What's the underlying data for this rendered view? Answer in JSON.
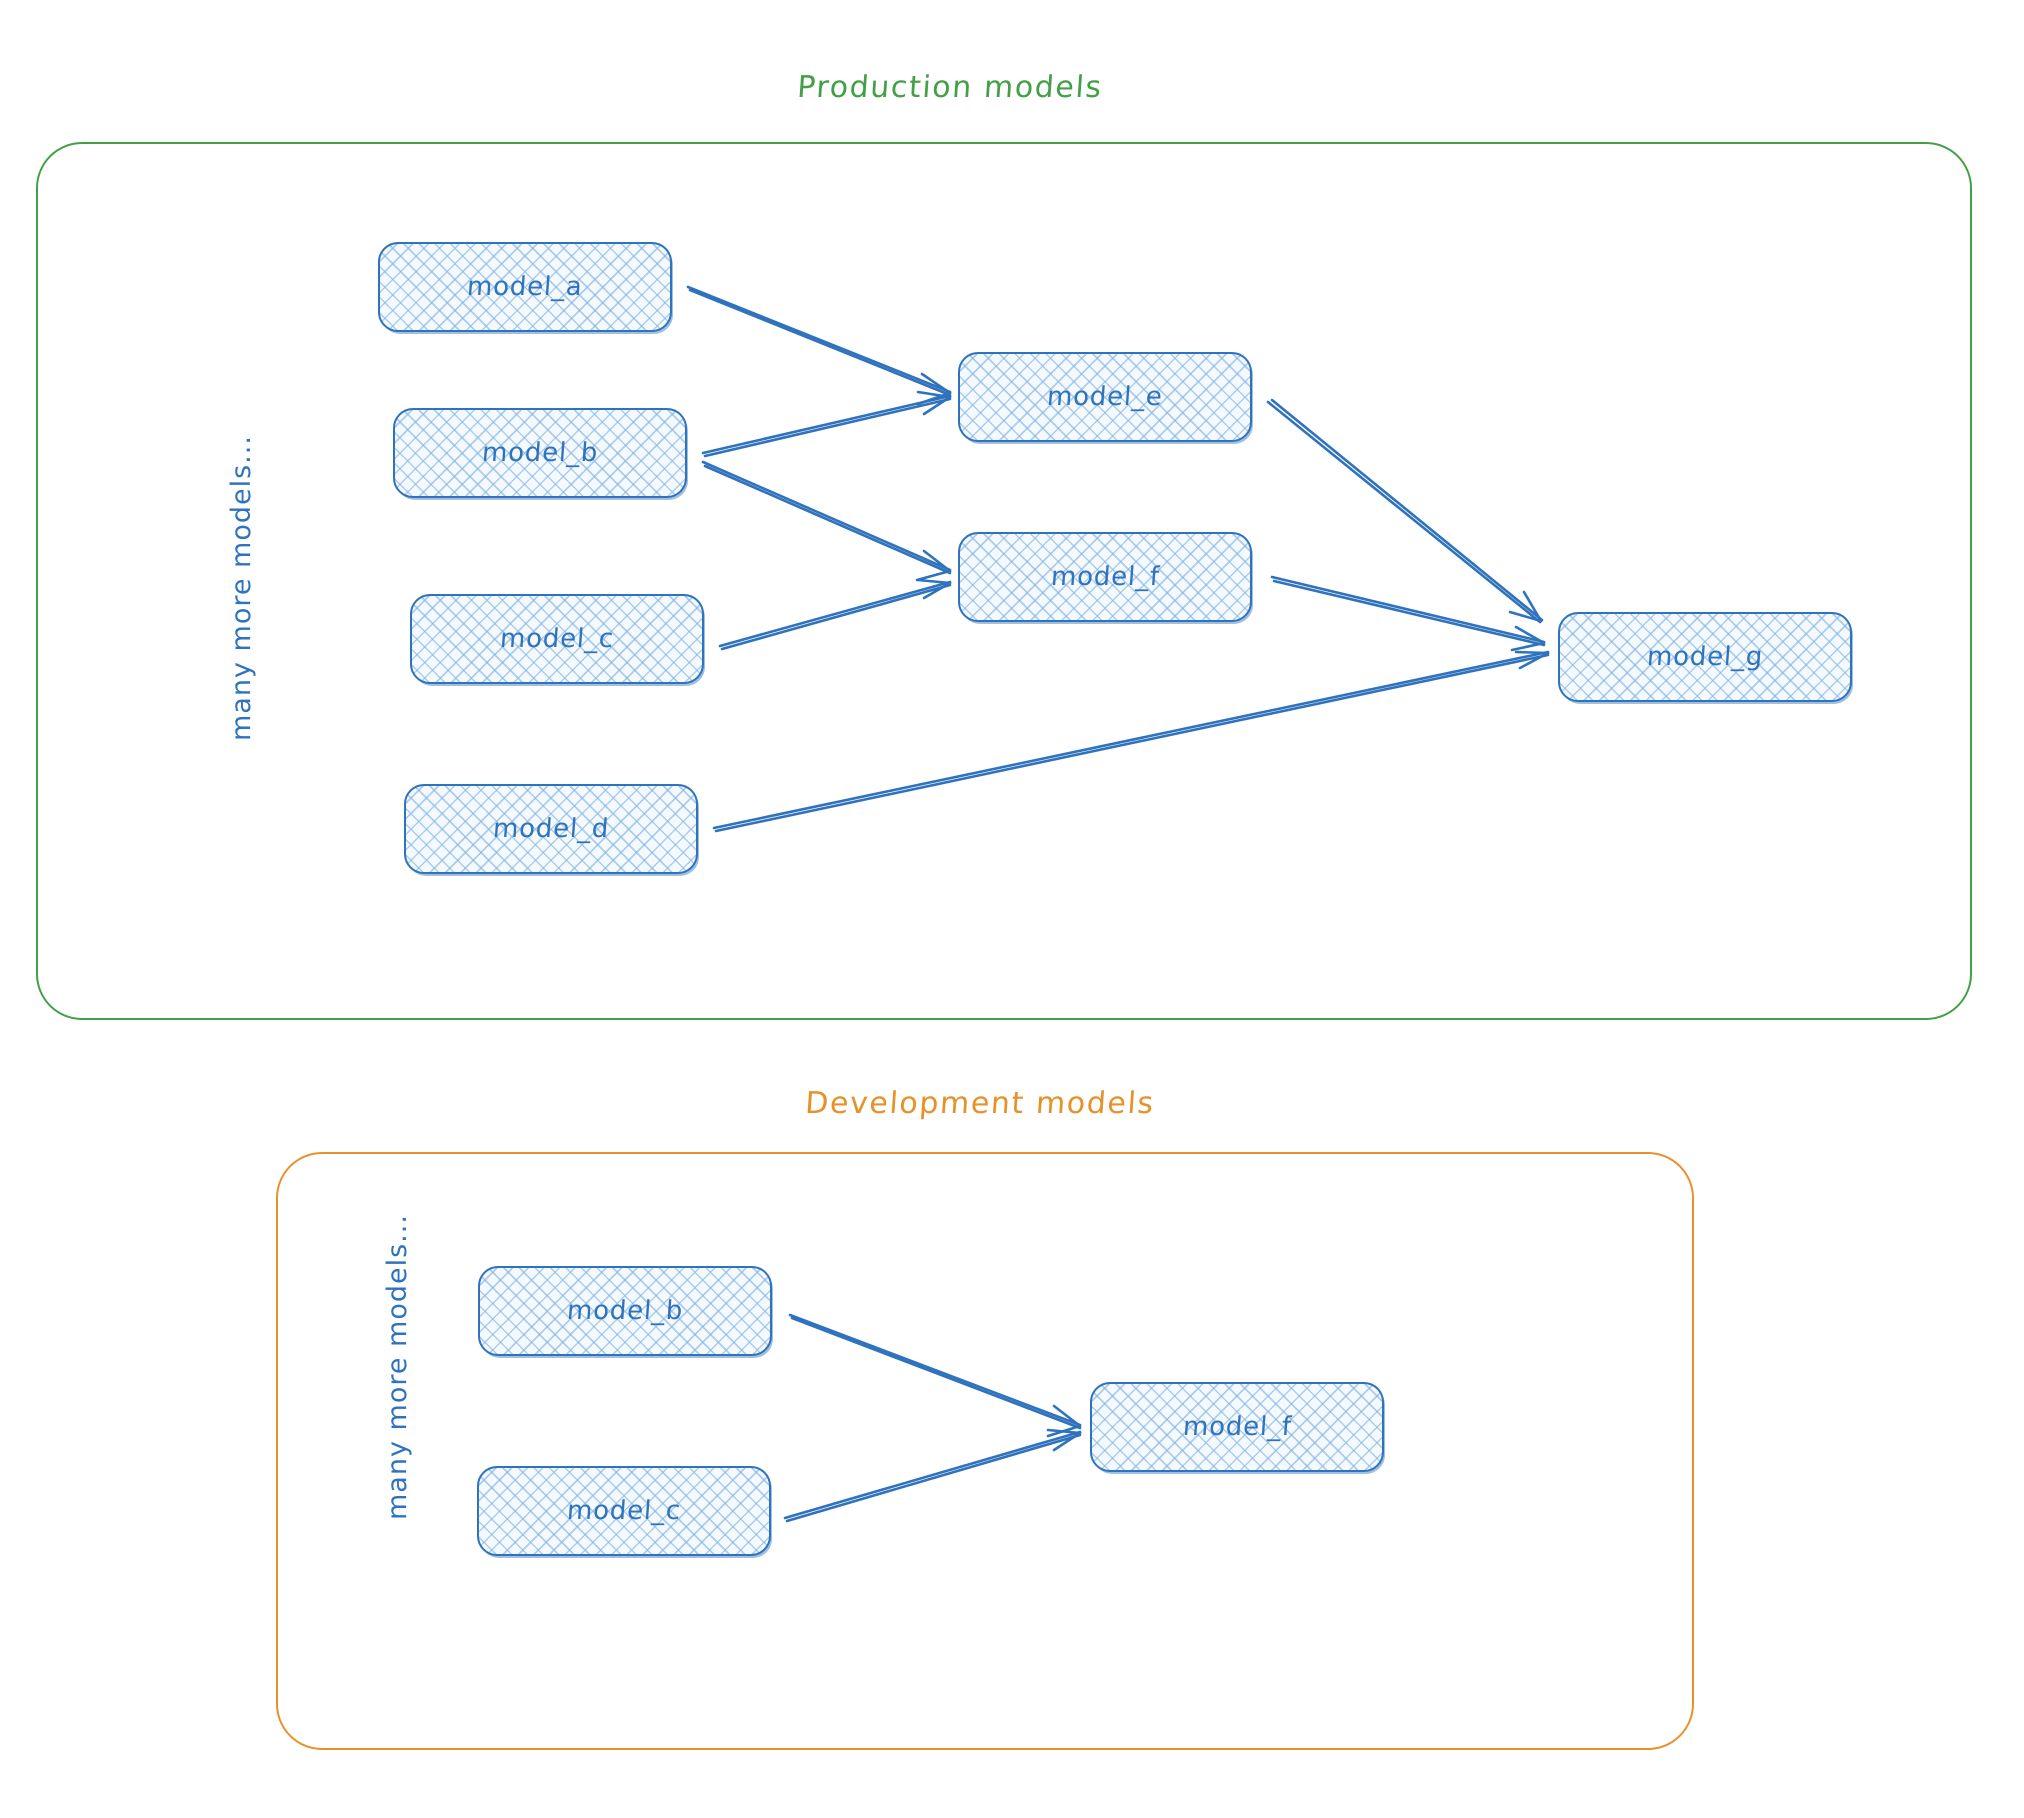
{
  "diagram": {
    "type": "dag",
    "background_color": "#ffffff",
    "groups": [
      {
        "id": "production",
        "title": "Production models",
        "title_color": "#43a047",
        "border_color": "#43a047",
        "side_label": "many more models...",
        "side_label_color": "#2f72bd",
        "nodes": [
          {
            "id": "prod_a",
            "label": "model_a"
          },
          {
            "id": "prod_b",
            "label": "model_b"
          },
          {
            "id": "prod_c",
            "label": "model_c"
          },
          {
            "id": "prod_d",
            "label": "model_d"
          },
          {
            "id": "prod_e",
            "label": "model_e"
          },
          {
            "id": "prod_f",
            "label": "model_f"
          },
          {
            "id": "prod_g",
            "label": "model_g"
          }
        ],
        "edges": [
          {
            "from": "model_a",
            "to": "model_e"
          },
          {
            "from": "model_b",
            "to": "model_e"
          },
          {
            "from": "model_b",
            "to": "model_f"
          },
          {
            "from": "model_c",
            "to": "model_f"
          },
          {
            "from": "model_e",
            "to": "model_g"
          },
          {
            "from": "model_f",
            "to": "model_g"
          },
          {
            "from": "model_d",
            "to": "model_g"
          }
        ]
      },
      {
        "id": "development",
        "title": "Development models",
        "title_color": "#e8912a",
        "border_color": "#e8912a",
        "side_label": "many more models...",
        "side_label_color": "#2f72bd",
        "nodes": [
          {
            "id": "dev_b",
            "label": "model_b"
          },
          {
            "id": "dev_c",
            "label": "model_c"
          },
          {
            "id": "dev_f",
            "label": "model_f"
          }
        ],
        "edges": [
          {
            "from": "model_b",
            "to": "model_f"
          },
          {
            "from": "model_c",
            "to": "model_f"
          }
        ]
      }
    ],
    "node_style": {
      "border_color": "#2f72bd",
      "fill_color": "#f4f9fe",
      "hatch_color": "#82b2e2",
      "label_color": "#2f72bd"
    },
    "edge_color": "#2f72bd"
  }
}
